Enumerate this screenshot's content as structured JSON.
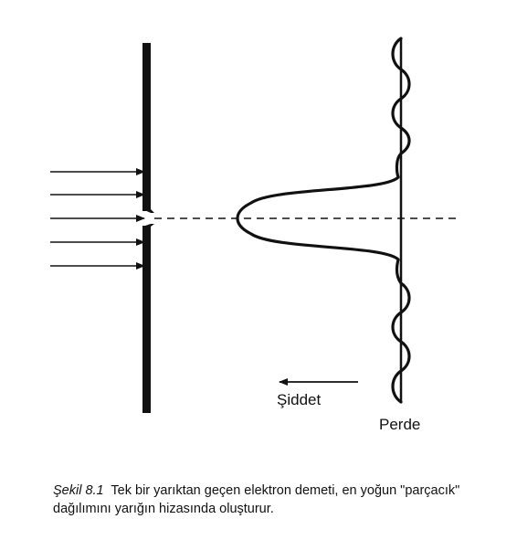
{
  "figure": {
    "labels": {
      "intensity": "Şiddet",
      "screen": "Perde"
    },
    "incoming_beam_count": 5,
    "colors": {
      "ink": "#111111",
      "background": "#ffffff"
    }
  },
  "caption": {
    "prefix": "Şekil 8.1",
    "text": "Tek bir yarıktan geçen elektron demeti, en yoğun \"parçacık\" dağılımını yarığın hizasında oluşturur."
  }
}
